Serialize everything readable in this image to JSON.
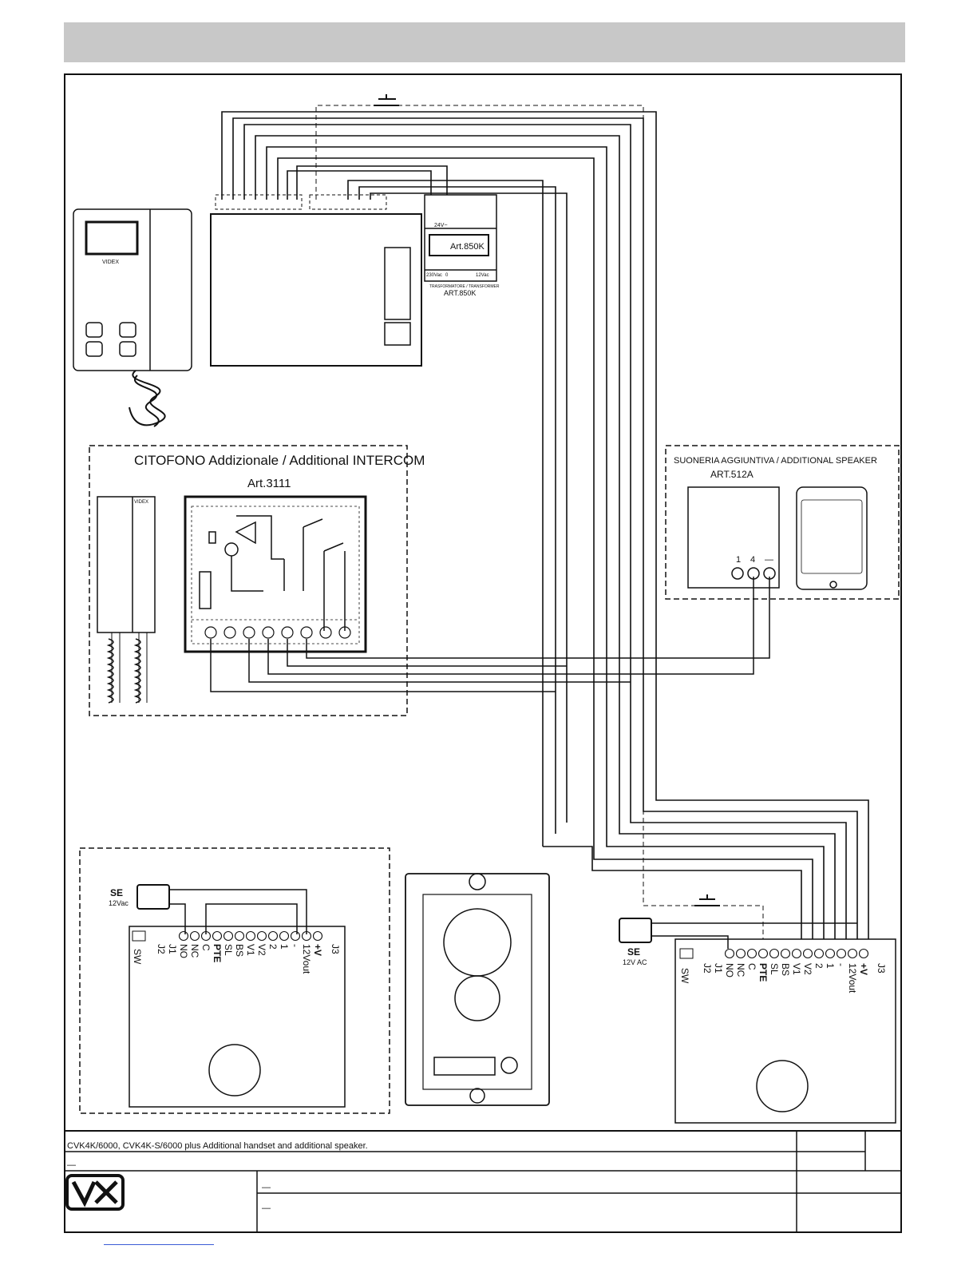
{
  "intercom": {
    "title": "CITOFONO Addizionale / Additional INTERCOM",
    "art": "Art.3111",
    "brand": "VIDEX"
  },
  "speaker": {
    "title": "SUONERIA AGGIUNTIVA /  ADDITIONAL SPEAKER",
    "art": "ART.512A",
    "terminals": [
      "1",
      "4",
      "—"
    ]
  },
  "transformer": {
    "label": "Art.850K",
    "art_under": "ART.850K",
    "caption": "TRASFORMATORE / TRANSFORMER",
    "input_24": "24V~",
    "in_230": "230Vac",
    "in_0": "0",
    "out_12": "12Vac"
  },
  "monitor": {
    "brand": "VIDEX"
  },
  "left_panel": {
    "se_label": "SE",
    "se_sub": "12Vac",
    "terminals": [
      "SW",
      "J2",
      "J1",
      "NO",
      "NC",
      "C",
      "PTE",
      "SL",
      "BS",
      "V1",
      "V2",
      "2",
      "1",
      "-",
      "12Vout",
      "+V",
      "J3"
    ]
  },
  "right_panel": {
    "se_label": "SE",
    "se_sub": "12V AC",
    "terminals": [
      "SW",
      "J2",
      "J1",
      "NO",
      "NC",
      "C",
      "PTE",
      "SL",
      "BS",
      "V1",
      "V2",
      "2",
      "1",
      "-",
      "12Vout",
      "+V",
      "J3"
    ]
  },
  "footer": {
    "description": "CVK4K/6000, CVK4K-S/6000 plus Additional handset and additional speaker.",
    "dash1": "—",
    "dash2": "—",
    "dash3": "—"
  },
  "colors": {
    "header_bar": "#c8c8c8",
    "line": "#111111",
    "link": "#3b5bd6"
  }
}
